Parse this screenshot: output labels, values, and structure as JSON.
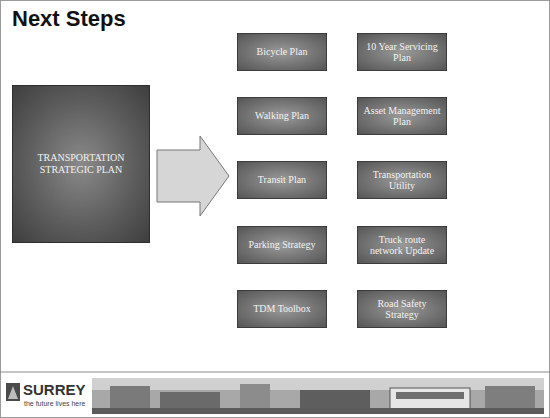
{
  "diagram": {
    "title": "Next Steps",
    "nodes": [
      {
        "text": [
          "TRANSPORTATION STRATEGIC PLAN"
        ]
      },
      {
        "text": [
          "Bicycle Plan"
        ]
      },
      {
        "text": [
          "10 Year Servicing Plan"
        ]
      },
      {
        "text": [
          "Walking Plan"
        ]
      },
      {
        "text": [
          "Asset Management Plan"
        ]
      },
      {
        "text": [
          "Transit Plan"
        ]
      },
      {
        "text": [
          "Transportation Utility"
        ]
      },
      {
        "text": [
          "Parking Strategy"
        ]
      },
      {
        "text": [
          "Truck route network Update"
        ]
      },
      {
        "text": [
          "TDM Toolbox"
        ]
      },
      {
        "text": [
          "Road Safety Strategy"
        ]
      }
    ],
    "labels": [
      "SURREY",
      "the future lives here"
    ]
  }
}
